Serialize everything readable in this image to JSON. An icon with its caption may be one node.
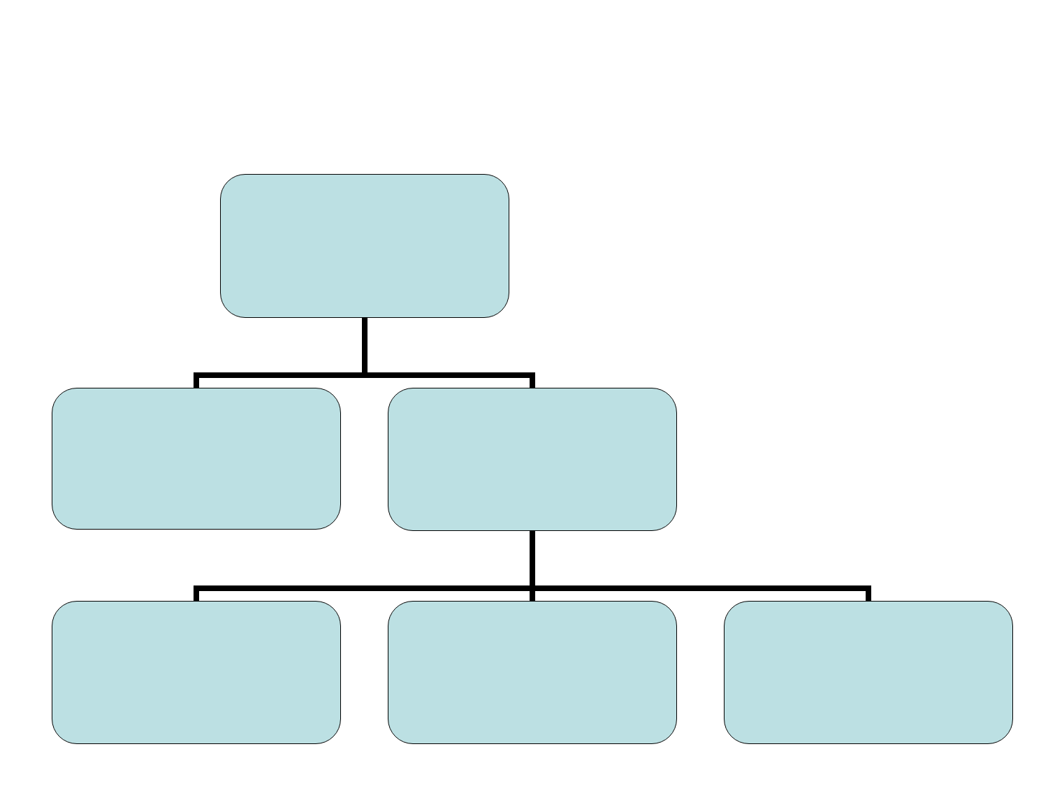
{
  "diagram": {
    "nodes": [
      {
        "text": [],
        "shape": "box"
      },
      {
        "text": [],
        "shape": "box"
      },
      {
        "text": [],
        "shape": "box"
      },
      {
        "text": [],
        "shape": "box"
      },
      {
        "text": [],
        "shape": "box"
      },
      {
        "text": [],
        "shape": "box"
      }
    ],
    "edges": [
      {
        "from": 0,
        "to": 1,
        "arrow": "none"
      },
      {
        "from": 0,
        "to": 2,
        "arrow": "none"
      },
      {
        "from": 2,
        "to": 3,
        "arrow": "none"
      },
      {
        "from": 2,
        "to": 4,
        "arrow": "none"
      },
      {
        "from": 2,
        "to": 5,
        "arrow": "none"
      }
    ]
  }
}
